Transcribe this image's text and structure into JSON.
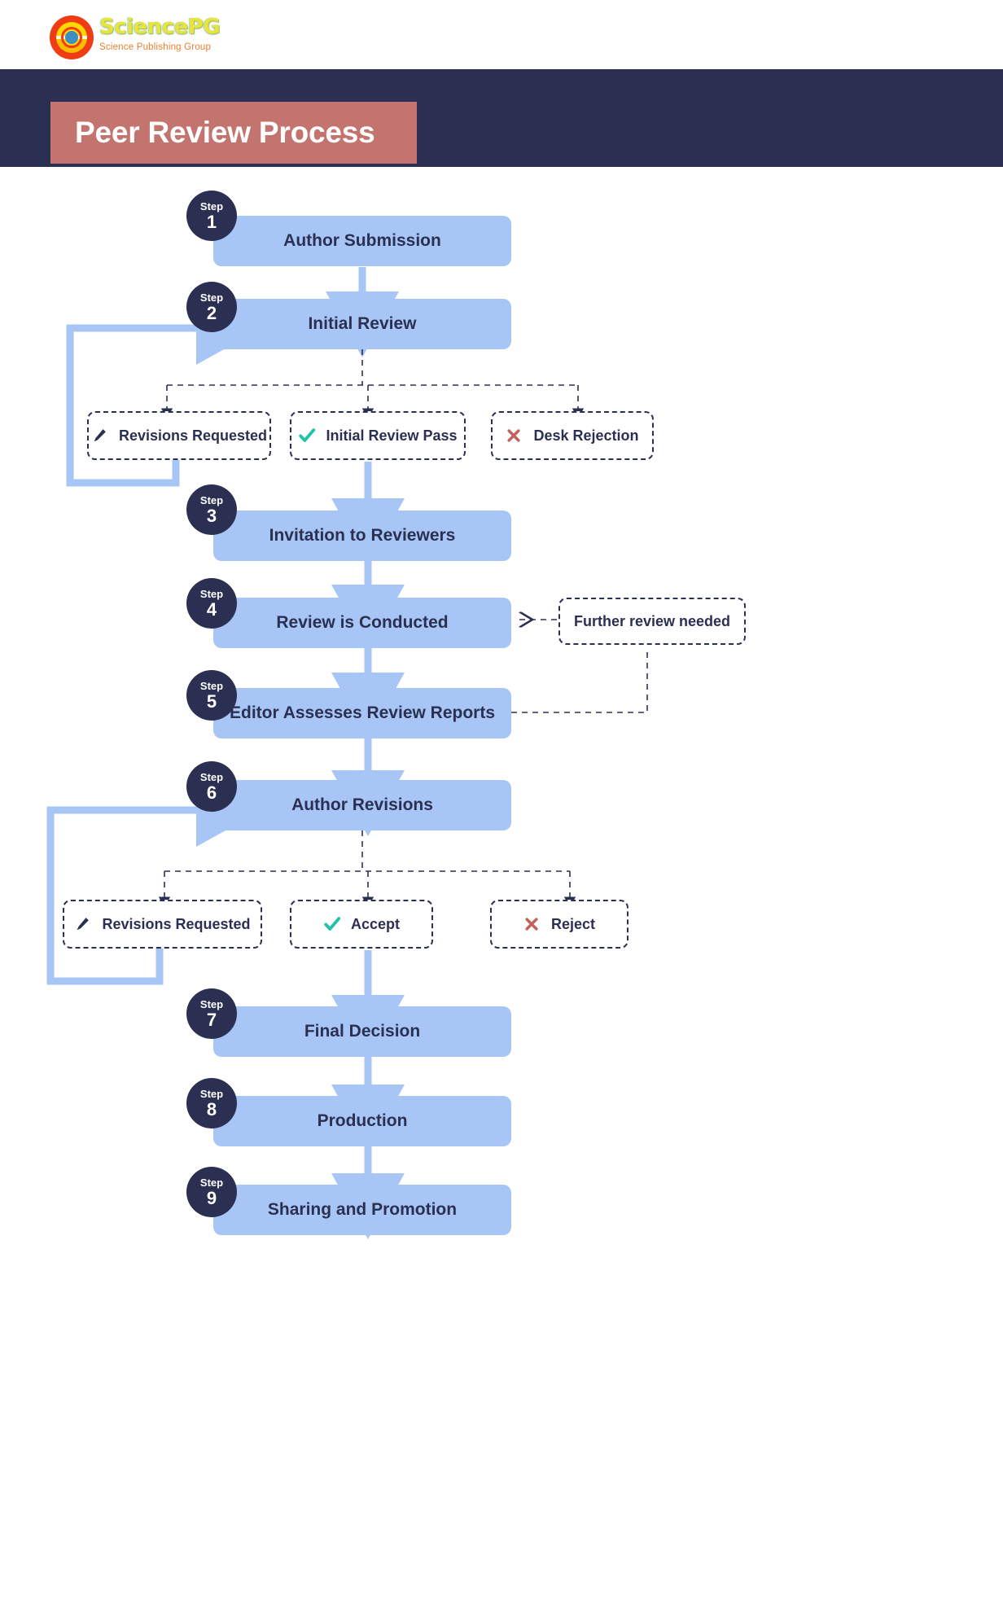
{
  "brand": {
    "name": "SciencePG",
    "tagline": "Science Publishing Group",
    "logo_icon": "sciencepg-circular-logo",
    "colors": {
      "mark_red": "#f03c14",
      "mark_yellow": "#ffd800",
      "mark_blue": "#3b8fc4",
      "text_yellow": "#e8e43a",
      "tagline_orange": "#ef7f2e"
    }
  },
  "header": {
    "title": "Peer Review Process",
    "band_color": "#2b3053",
    "title_block_color": "#c4746e",
    "title_text_color": "#ffffff"
  },
  "theme": {
    "step_fill": "#a8c6f5",
    "step_text": "#2b3053",
    "badge_fill": "#2b3053",
    "badge_text": "#ffffff",
    "dashed_border": "#2b3053",
    "arrow_blue": "#a8c6f5",
    "check_teal": "#1fc4a8",
    "cross_red": "#c4615c",
    "pencil_navy": "#2b3053",
    "background": "#ffffff"
  },
  "chart_data": {
    "type": "flowchart",
    "title": "Peer Review Process",
    "orientation": "top-to-bottom",
    "nodes": [
      {
        "id": "step1",
        "kind": "step",
        "step_word": "Step",
        "step_number": "1",
        "label": "Author Submission"
      },
      {
        "id": "step2",
        "kind": "step",
        "step_word": "Step",
        "step_number": "2",
        "label": "Initial Review"
      },
      {
        "id": "d1a",
        "kind": "decision",
        "icon": "pencil-icon",
        "label": "Revisions Requested"
      },
      {
        "id": "d1b",
        "kind": "decision",
        "icon": "check-icon",
        "label": "Initial Review Pass"
      },
      {
        "id": "d1c",
        "kind": "decision",
        "icon": "cross-icon",
        "label": "Desk Rejection"
      },
      {
        "id": "step3",
        "kind": "step",
        "step_word": "Step",
        "step_number": "3",
        "label": "Invitation to Reviewers"
      },
      {
        "id": "step4",
        "kind": "step",
        "step_word": "Step",
        "step_number": "4",
        "label": "Review is Conducted"
      },
      {
        "id": "note1",
        "kind": "note",
        "label": "Further review needed"
      },
      {
        "id": "step5",
        "kind": "step",
        "step_word": "Step",
        "step_number": "5",
        "label": "Editor Assesses Review Reports"
      },
      {
        "id": "step6",
        "kind": "step",
        "step_word": "Step",
        "step_number": "6",
        "label": "Author Revisions"
      },
      {
        "id": "d2a",
        "kind": "decision",
        "icon": "pencil-icon",
        "label": "Revisions Requested"
      },
      {
        "id": "d2b",
        "kind": "decision",
        "icon": "check-icon",
        "label": "Accept"
      },
      {
        "id": "d2c",
        "kind": "decision",
        "icon": "cross-icon",
        "label": "Reject"
      },
      {
        "id": "step7",
        "kind": "step",
        "step_word": "Step",
        "step_number": "7",
        "label": "Final Decision"
      },
      {
        "id": "step8",
        "kind": "step",
        "step_word": "Step",
        "step_number": "8",
        "label": "Production"
      },
      {
        "id": "step9",
        "kind": "step",
        "step_word": "Step",
        "step_number": "9",
        "label": "Sharing and Promotion"
      }
    ],
    "edges": [
      {
        "from": "step1",
        "to": "step2",
        "style": "solid-arrow"
      },
      {
        "from": "step2",
        "to": "d1a",
        "style": "dashed"
      },
      {
        "from": "step2",
        "to": "d1b",
        "style": "dashed"
      },
      {
        "from": "step2",
        "to": "d1c",
        "style": "dashed"
      },
      {
        "from": "d1a",
        "to": "step2",
        "style": "solid-arrow-loop"
      },
      {
        "from": "d1b",
        "to": "step3",
        "style": "solid-arrow"
      },
      {
        "from": "step3",
        "to": "step4",
        "style": "solid-arrow"
      },
      {
        "from": "note1",
        "to": "step4",
        "style": "dashed-arrow"
      },
      {
        "from": "step5",
        "to": "note1",
        "style": "dashed"
      },
      {
        "from": "step4",
        "to": "step5",
        "style": "solid-arrow"
      },
      {
        "from": "step5",
        "to": "step6",
        "style": "solid-arrow"
      },
      {
        "from": "step6",
        "to": "d2a",
        "style": "dashed"
      },
      {
        "from": "step6",
        "to": "d2b",
        "style": "dashed"
      },
      {
        "from": "step6",
        "to": "d2c",
        "style": "dashed"
      },
      {
        "from": "d2a",
        "to": "step6",
        "style": "solid-arrow-loop"
      },
      {
        "from": "d2b",
        "to": "step7",
        "style": "solid-arrow"
      },
      {
        "from": "step7",
        "to": "step8",
        "style": "solid-arrow"
      },
      {
        "from": "step8",
        "to": "step9",
        "style": "solid-arrow"
      }
    ]
  }
}
